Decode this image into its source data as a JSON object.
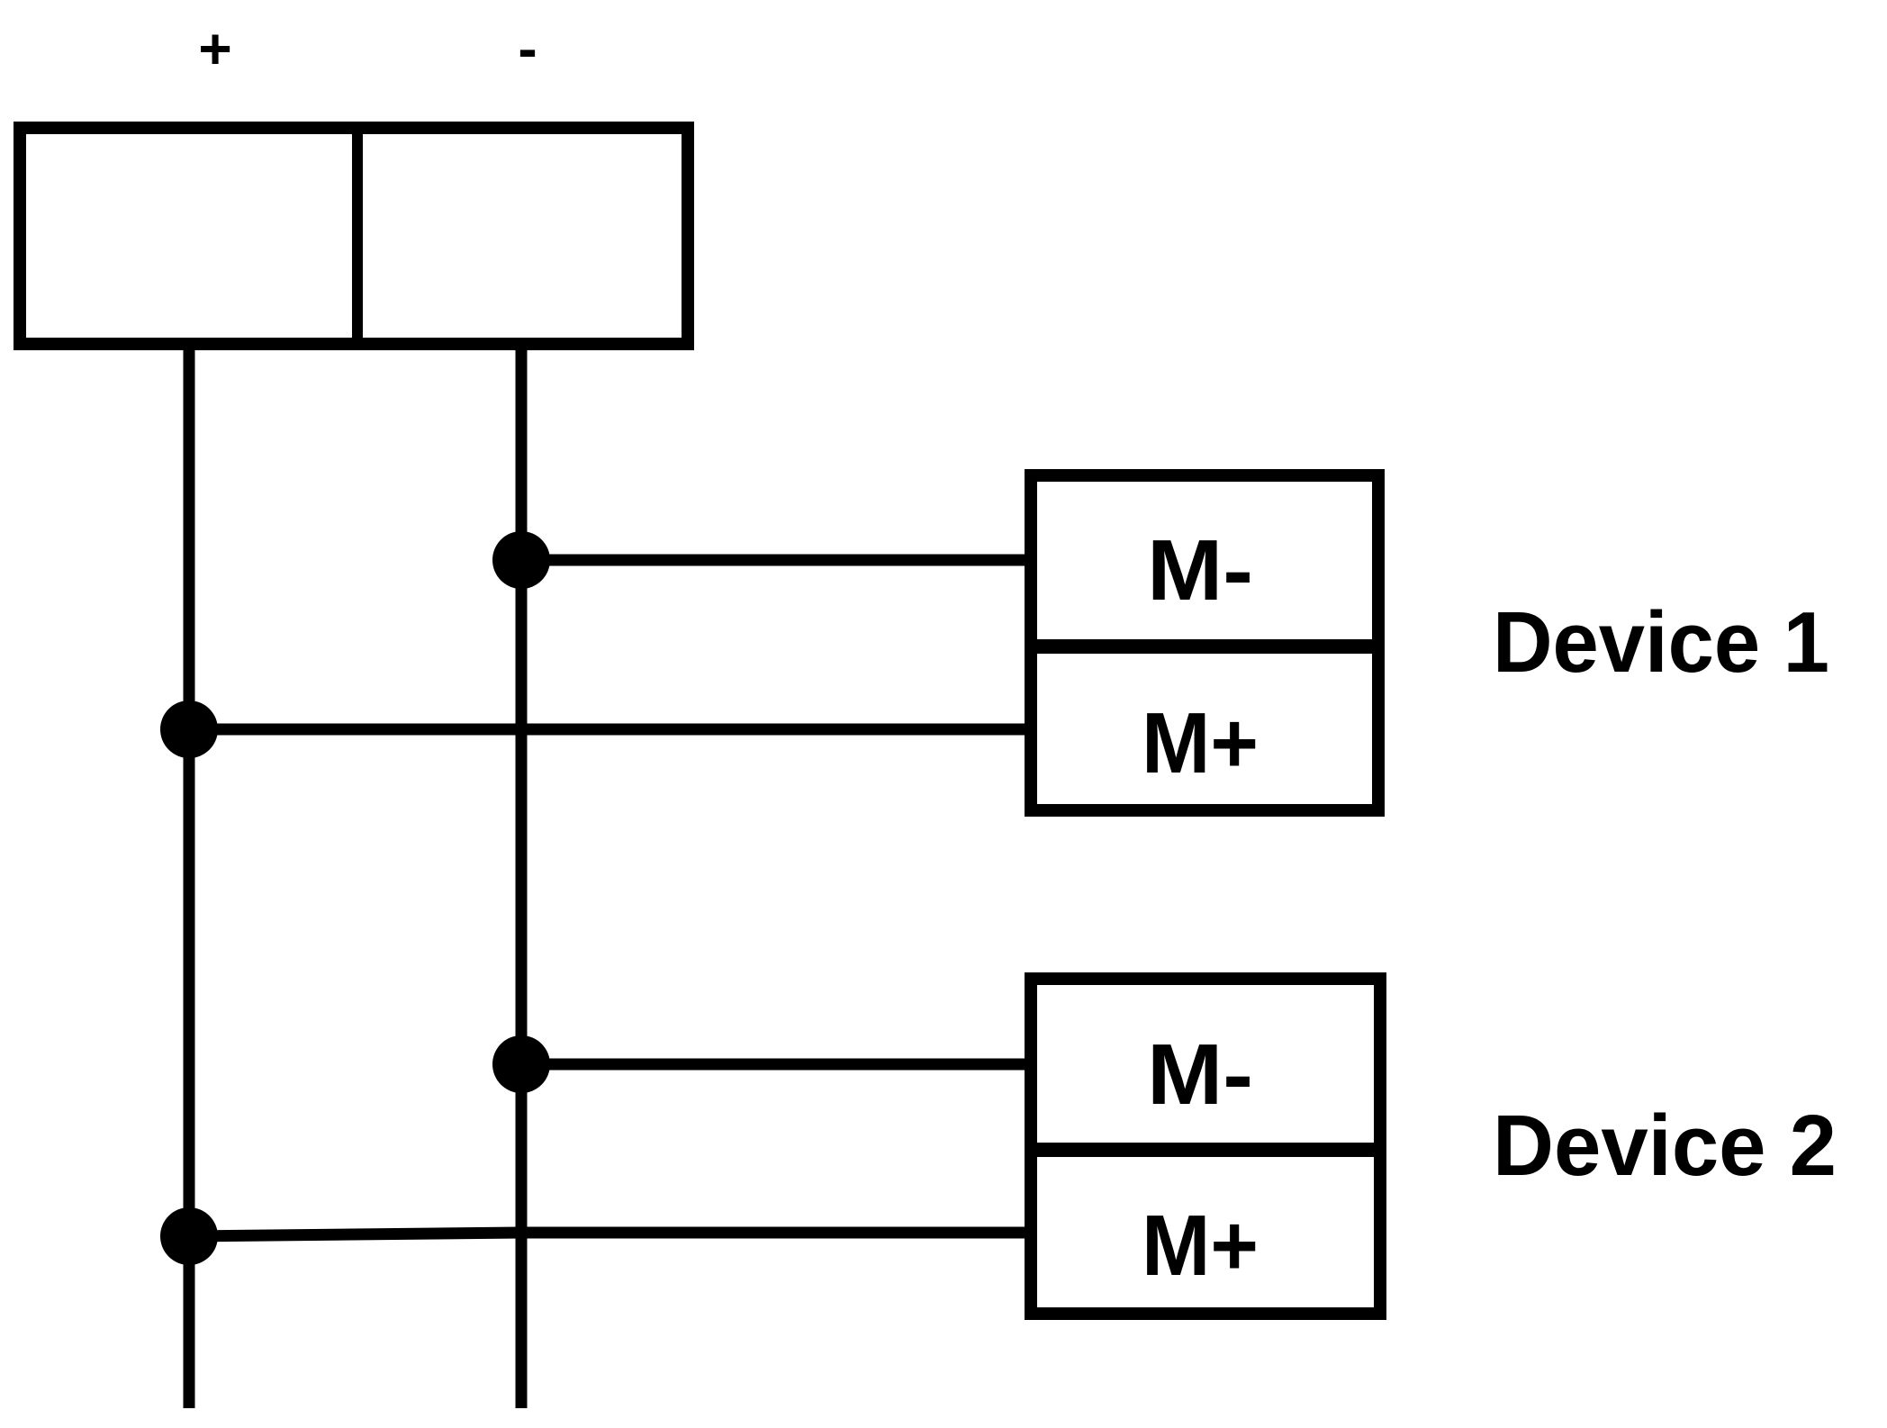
{
  "power_supply": {
    "positive_label": "+",
    "negative_label": "-"
  },
  "devices": [
    {
      "name": "Device 1",
      "terminal_top": "M-",
      "terminal_bottom": "M+"
    },
    {
      "name": "Device 2",
      "terminal_top": "M-",
      "terminal_bottom": "M+"
    }
  ],
  "colors": {
    "line": "#000000",
    "background": "#ffffff"
  }
}
